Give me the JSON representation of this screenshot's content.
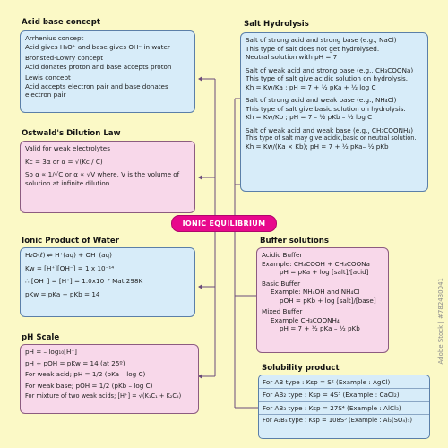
{
  "center": {
    "label": "IONIC EQUILIBRIUM"
  },
  "acid_base": {
    "title": "Acid base concept",
    "lines": [
      "Arrhenius concept",
      "Acid gives H₃O⁺ and base gives OH⁻ in water",
      "Bronsted-Lowry concept",
      "Acid donates proton and base accepts proton",
      "Lewis concept",
      "Acid accepts electron pair and base donates",
      "electron pair"
    ]
  },
  "ostwald": {
    "title": "Ostwald's Dilution Law",
    "line1": "Valid for weak electrolytes",
    "line2": "Kc = 3α or α = √(Kc / C)",
    "line3": "So α ∝ 1/√C or α ∝ √V where, V is the volume of",
    "line4": "solution at infinite dilution."
  },
  "ionic_product": {
    "title": "Ionic Product of Water",
    "line1": "H₂O(ℓ) ⇌ H⁺(aq) + OH⁻(aq)",
    "line2": "Kw = [H⁺][OH⁻] = 1 x 10⁻¹⁴",
    "line3": "∴ [OH⁻] = [H⁺] = 1.0x10⁻⁷ Mat 298K",
    "line4": "pKw = pKa + pKb = 14"
  },
  "ph_scale": {
    "title": "pH Scale",
    "line1": "pH = – log₁₀[H⁺]",
    "line2": "pH + pOH = pKw = 14 (at 25º)",
    "line3": "For weak acid; pH = 1/2 (pKa – log C)",
    "line4": "For weak base; pOH = 1/2 (pKb – log C)",
    "line5": "For mixture of two weak acids; [H⁺] = √(K₁C₁ + K₂C₂)"
  },
  "salt_hydrolysis": {
    "title": "Salt Hydrolysis",
    "lines": [
      "Salt of strong acid and strong base (e.g., NaCl)",
      "This type of salt does not get hydrolysed.",
      "Neutral solution with pH = 7",
      "Salt of weak acid and strong base (e.g., CH₃COONa)",
      "This type of salt give acidic solution on hydrolysis.",
      "Kh = Kw/Ka ; pH = 7 + ½ pKa + ½ log C",
      "Salt of strong acid and weak base (e.g., NH₄Cl)",
      "This type of salt give basic solution on hydrolysis.",
      "Kh = Kw/Kb ; pH = 7 – ½ pKb – ½ log C",
      "Salt of weak acid and weak base (e.g., CH₃COONH₄)",
      "This type of salt may give acidic,basic or neutral solution.",
      "Kh = Kw/(Ka × Kb); pH = 7 + ½ pKa– ½ pKb"
    ]
  },
  "buffer": {
    "title": "Buffer solutions",
    "lines": [
      "Acidic Buffer",
      "Example: CH₃COOH + CH₃COONa",
      "pH = pKa + log [salt]/[acid]",
      "Basic Buffer",
      "Example: NH₄OH and NH₄Cl",
      "pOH = pKb + log [salt]/[base]",
      "Mixed Buffer",
      "Example CH₃COONH₄",
      "pH = 7 + ½ pKa – ½ pKb"
    ]
  },
  "solubility": {
    "title": "Solubility product",
    "rows": [
      "For AB type    : Ksp = S²      (Example : AgCl)",
      "For AB₂ type  : Ksp = 4S³      (Example : CaCl₂)",
      "For AB₃ type  : Ksp = 27S⁴     (Example : AlCl₃)",
      "For A₂B₃ type : Ksp = 108S⁵ (Example : Al₂(SO₄)₃)"
    ]
  },
  "watermark": "Adobe Stock | #782430041",
  "colors": {
    "background": "#fbf9c6",
    "blue_box": "#d7ecf9",
    "pink_box": "#f8d8ea",
    "center": "#e8088c",
    "connector": "#6a4a7a"
  }
}
